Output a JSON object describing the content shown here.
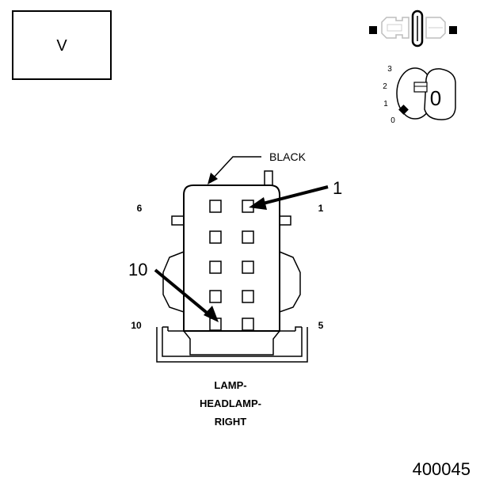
{
  "voltage_box": {
    "label": "V"
  },
  "ignition": {
    "positions": [
      "3",
      "2",
      "1",
      "0"
    ],
    "current_position": "0"
  },
  "connector": {
    "color_label": "BLACK",
    "callout_top": "1",
    "callout_bottom": "10",
    "pin_labels": {
      "top_left": "6",
      "top_right": "1",
      "bottom_left": "10",
      "bottom_right": "5"
    },
    "name_lines": [
      "LAMP-",
      "HEADLAMP-",
      "RIGHT"
    ]
  },
  "figure_id": "400045"
}
